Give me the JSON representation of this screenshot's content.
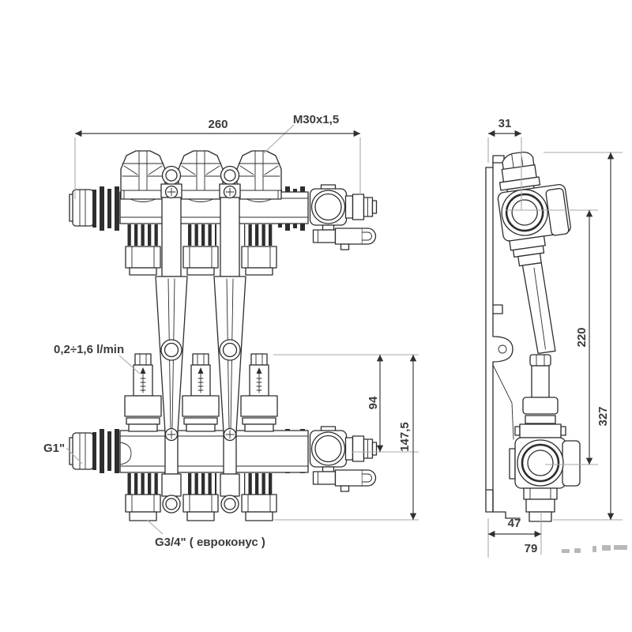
{
  "palette": {
    "background": "#ffffff",
    "drawing_line": "#2d2d2d",
    "dimension_line": "#3f3f3f",
    "extension_line": "#a9a9a9",
    "text": "#3b3b3b"
  },
  "front_view": {
    "total_width": "260",
    "valve_thread": "M30x1,5",
    "flow_range": "0,2÷1,6 l/min",
    "inlet_thread": "G1\"",
    "outlet_thread": "G3/4\" ( евроконус )",
    "flowmeter_offset": "94",
    "overall_height": "147,5"
  },
  "side_view": {
    "bracket_depth": "31",
    "axis_spacing": "220",
    "overall_height": "327",
    "axis_depth": "47",
    "overall_depth": "79"
  }
}
